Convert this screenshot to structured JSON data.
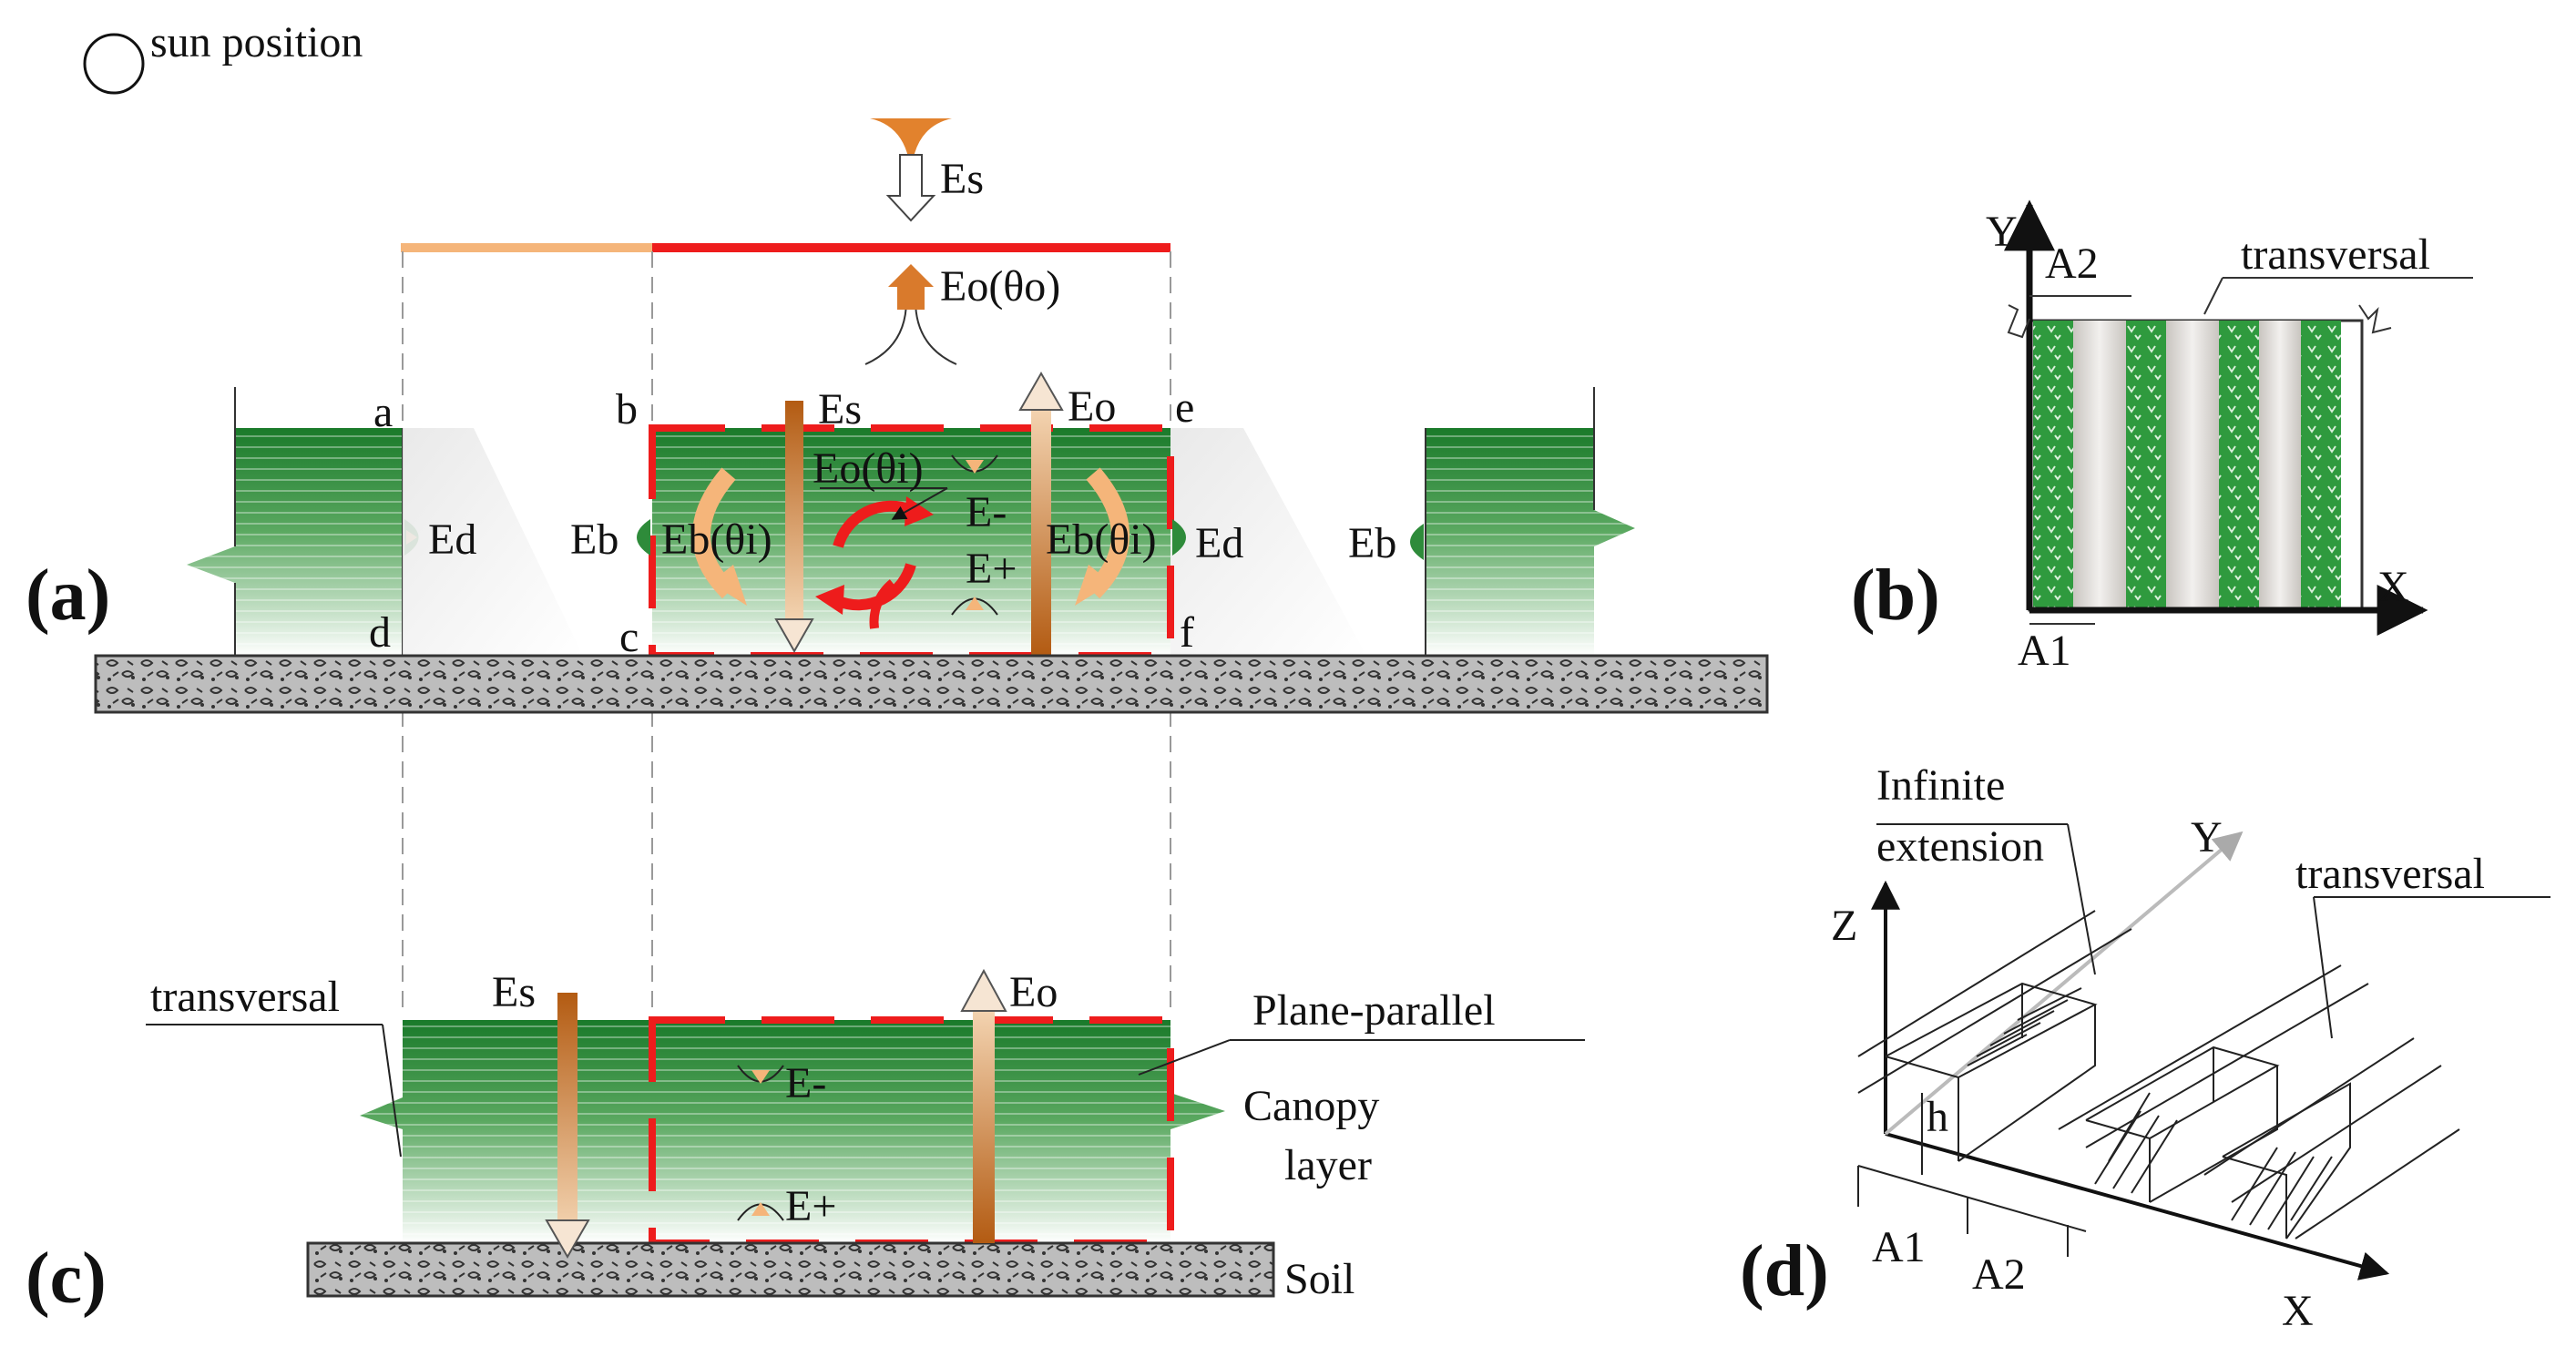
{
  "legend": {
    "sun_label": "sun position"
  },
  "panel_a": {
    "label": "(a)",
    "top_flux_in": "Es",
    "top_flux_out": "Eo(θo)",
    "corner_a": "a",
    "corner_b": "b",
    "corner_c": "c",
    "corner_d": "d",
    "corner_e": "e",
    "corner_f": "f",
    "es": "Es",
    "eo": "Eo",
    "eo_theta_i": "Eo(θi)",
    "e_minus": "E-",
    "e_plus": "E+",
    "ed_left": "Ed",
    "ed_right": "Ed",
    "eb_left_out": "Eb",
    "eb_left_in": "Eb(θi)",
    "eb_right_in": "Eb(θi)",
    "eb_right_out": "Eb"
  },
  "panel_b": {
    "label": "(b)",
    "y_axis": "Y",
    "x_axis": "X",
    "a1": "A1",
    "a2": "A2",
    "transversal": "transversal"
  },
  "panel_c": {
    "label": "(c)",
    "transversal": "transversal",
    "es": "Es",
    "eo": "Eo",
    "e_minus": "E-",
    "e_plus": "E+",
    "plane_parallel": "Plane-parallel",
    "canopy": "Canopy",
    "layer": "layer",
    "soil": "Soil"
  },
  "panel_d": {
    "label": "(d)",
    "infinite": "Infinite",
    "extension": "extension",
    "y_axis": "Y",
    "z_axis": "Z",
    "x_axis": "X",
    "transversal": "transversal",
    "h": "h",
    "a1": "A1",
    "a2": "A2"
  },
  "colors": {
    "canopy_green": "#1f7a2e",
    "soil_grey": "#9a9a9a",
    "dashed_red": "#ee1c1c",
    "orange": "#f4a352",
    "brown_arrow": "#b5641b"
  }
}
